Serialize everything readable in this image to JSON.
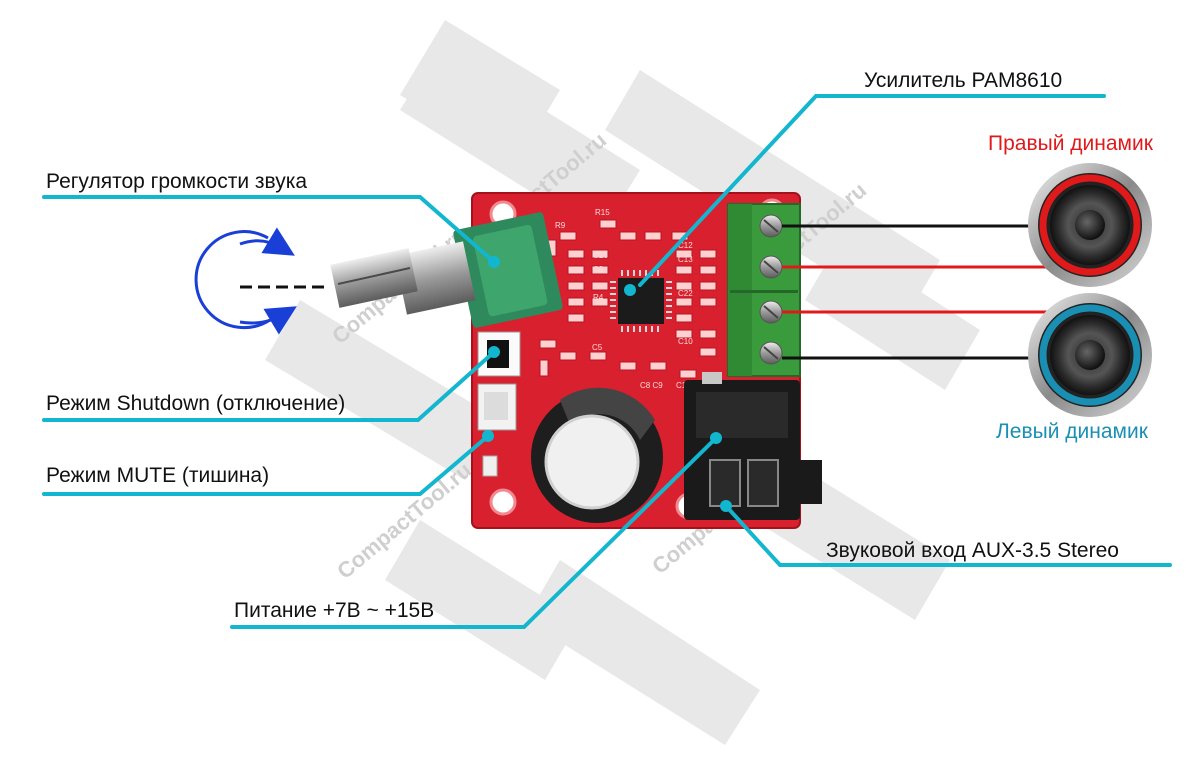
{
  "labels": {
    "amplifier": "Усилитель PAM8610",
    "volume": "Регулятор громкости звука",
    "shutdown": "Режим Shutdown (отключение)",
    "mute": "Режим MUTE (тишина)",
    "power": "Питание +7В ~ +15В",
    "aux": "Звуковой вход AUX-3.5 Stereo",
    "right_speaker": "Правый динамик",
    "left_speaker": "Левый динамик"
  },
  "watermark": "CompactTool.ru",
  "colors": {
    "callout_line": "#13b6cf",
    "right_speaker": "#e0191b",
    "left_speaker": "#1a8fb4",
    "pcb": "#d8202e",
    "rotation_arrow": "#1a3fd6"
  },
  "icons": {
    "rotation": "rotate-arrows-icon",
    "speaker": "speaker-icon"
  }
}
